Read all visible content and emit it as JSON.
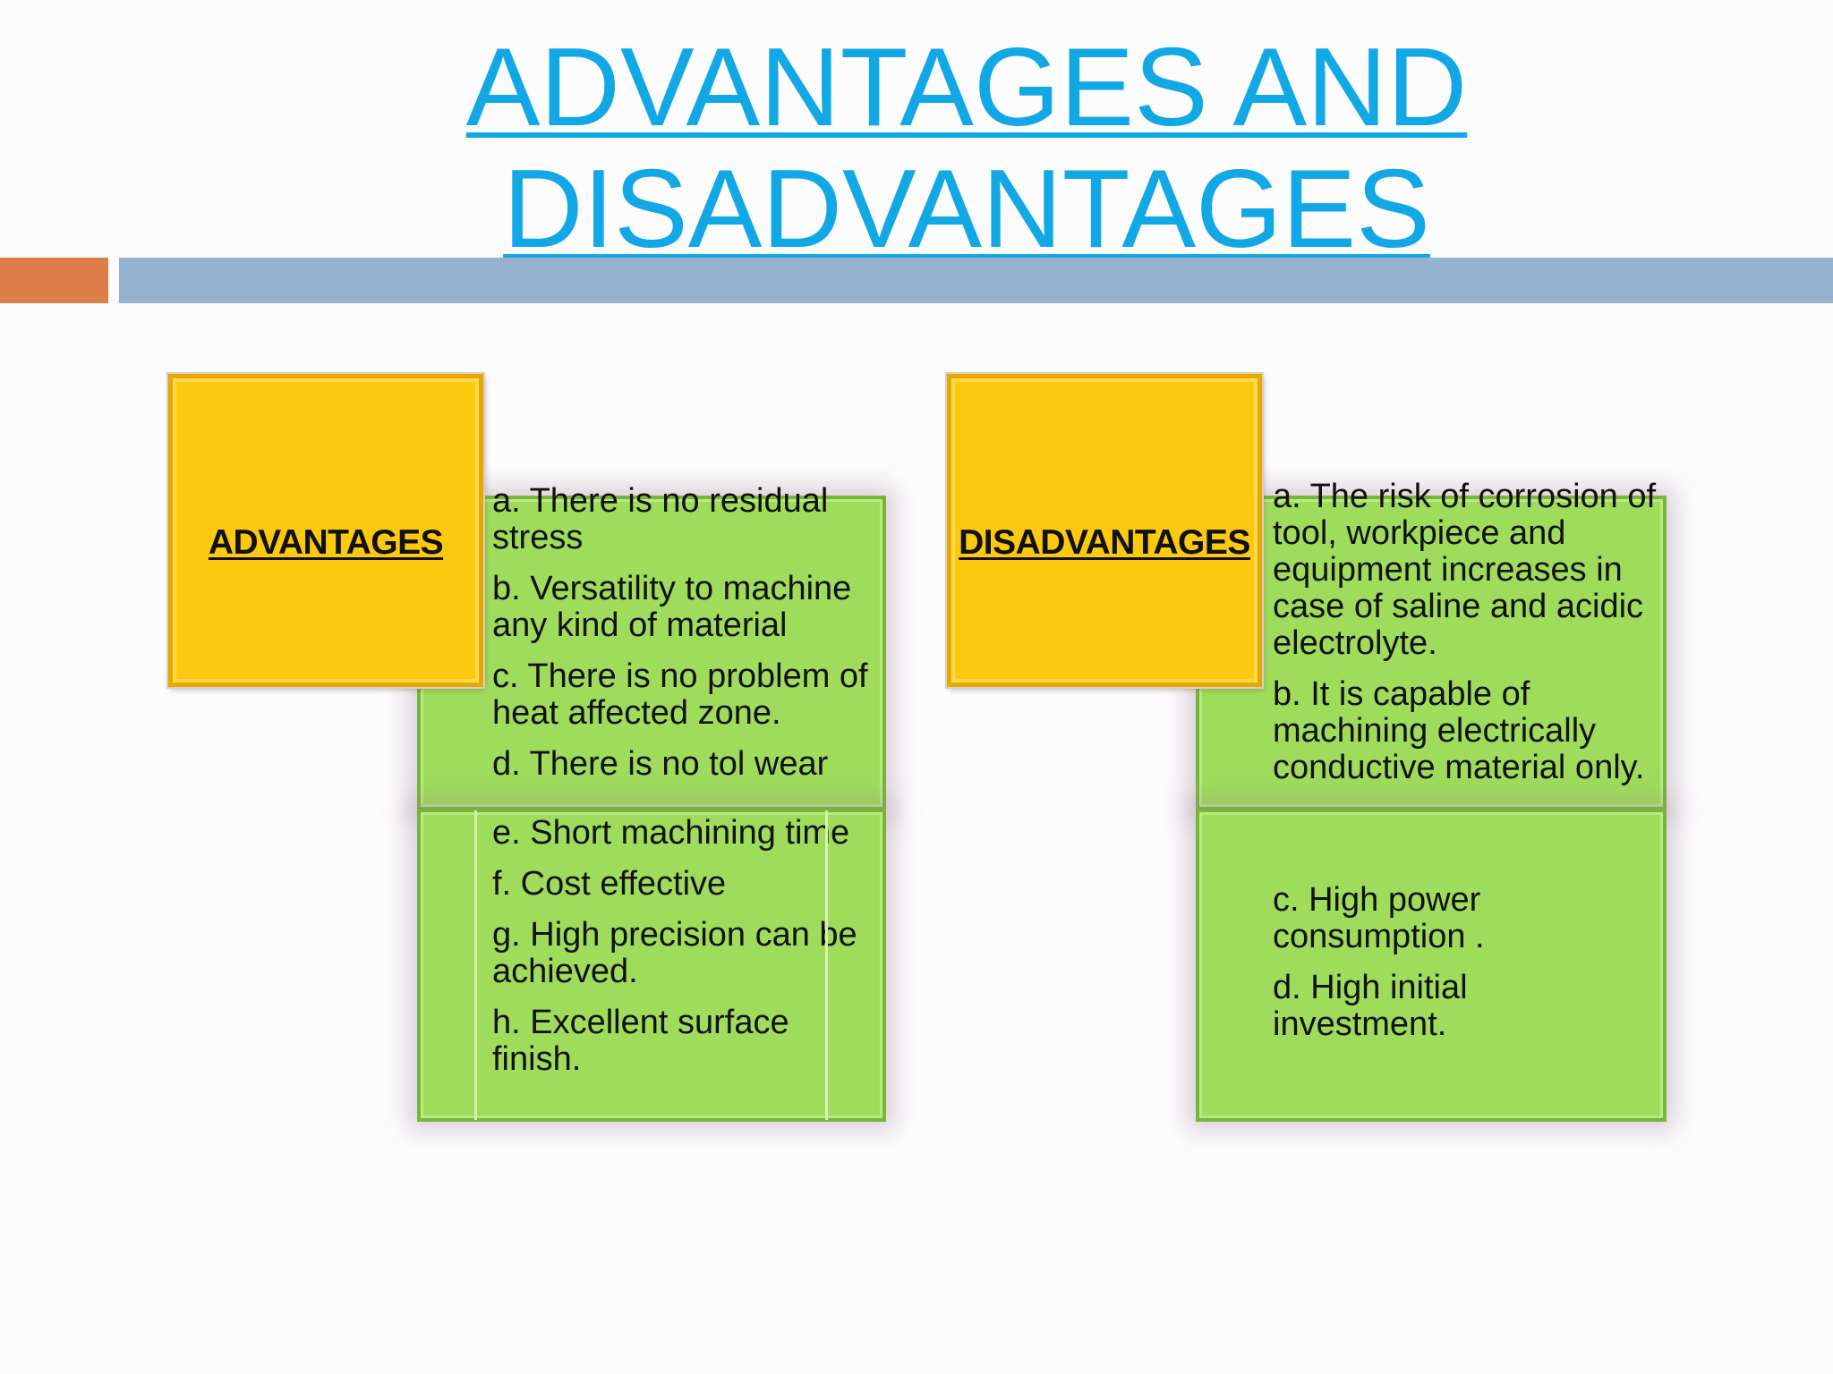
{
  "title": {
    "line1": "ADVANTAGES  AND",
    "line2": "DISADVANTAGES"
  },
  "advantages": {
    "label": "ADVANTAGES",
    "top_items": [
      "a. There is no residual stress",
      "b.  Versatility to machine any kind of material",
      "c.  There is no problem of heat affected zone.",
      "d.  There is no tol wear"
    ],
    "bottom_items": [
      "e. Short  machining time",
      "f.  Cost effective",
      "g.  High precision can be achieved.",
      "h.  Excellent surface finish."
    ]
  },
  "disadvantages": {
    "label": "DISADVANTAGES",
    "top_items": [
      "a.  The risk of corrosion of tool,  workpiece and equipment increases in case of saline and acidic electrolyte.",
      "b.  It is capable of machining electrically conductive material only."
    ],
    "bottom_items": [
      "c.  High power consumption .",
      "d.  High initial investment."
    ]
  },
  "colors": {
    "title": "#12a8e6",
    "accent_bar": "#dd7d4a",
    "main_bar": "#95b3cf",
    "label_box": "#fdc90f",
    "content_box": "#9fdc5c"
  }
}
